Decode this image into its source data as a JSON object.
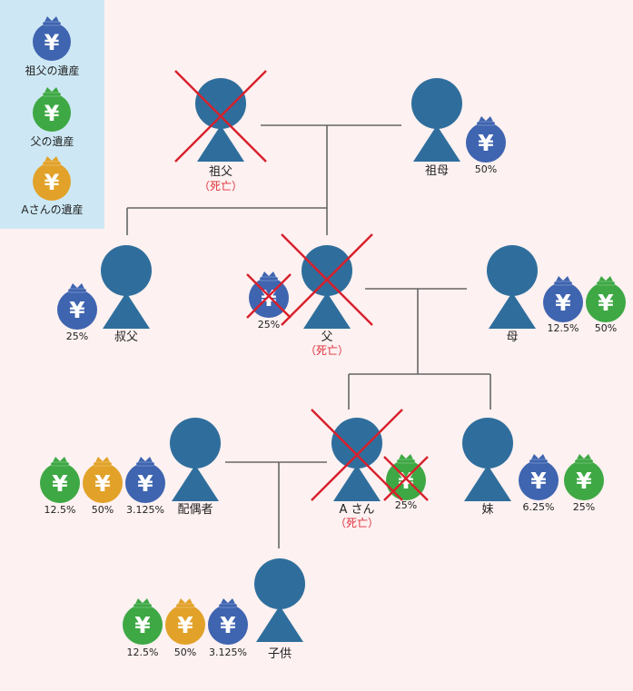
{
  "legend": {
    "items": [
      {
        "label": "祖父の遺産",
        "color": "#3f64b0"
      },
      {
        "label": "父の遺産",
        "color": "#3ea844"
      },
      {
        "label": "Aさんの遺産",
        "color": "#e2a229"
      }
    ]
  },
  "colors": {
    "person": "#2f6e9c",
    "line": "#666666",
    "cross": "#d8202c",
    "background": "#fdf1f1",
    "legend_bg": "#cde8f4"
  },
  "symbols": {
    "yen": "¥"
  },
  "people": {
    "grandfather": {
      "name": "祖父",
      "status": "（死亡）"
    },
    "grandmother": {
      "name": "祖母"
    },
    "uncle": {
      "name": "叔父"
    },
    "father": {
      "name": "父",
      "status": "（死亡）"
    },
    "mother": {
      "name": "母"
    },
    "spouse": {
      "name": "配偶者"
    },
    "a_san": {
      "name": "A さん",
      "status": "（死亡）"
    },
    "sister": {
      "name": "妹"
    },
    "child": {
      "name": "子供"
    }
  },
  "shares": {
    "grandmother": [
      {
        "estate": "grandfather",
        "label": "50%"
      }
    ],
    "uncle": [
      {
        "estate": "grandfather",
        "label": "25%"
      }
    ],
    "father": [
      {
        "estate": "grandfather",
        "label": "25%",
        "crossed": true
      }
    ],
    "mother": [
      {
        "estate": "grandfather",
        "label": "12.5%"
      },
      {
        "estate": "father",
        "label": "50%"
      }
    ],
    "spouse": [
      {
        "estate": "father",
        "label": "12.5%"
      },
      {
        "estate": "a_san",
        "label": "50%"
      },
      {
        "estate": "grandfather",
        "label": "3.125%"
      }
    ],
    "a_san": [
      {
        "estate": "father",
        "label": "25%",
        "crossed": true
      }
    ],
    "sister": [
      {
        "estate": "grandfather",
        "label": "6.25%"
      },
      {
        "estate": "father",
        "label": "25%"
      }
    ],
    "child": [
      {
        "estate": "father",
        "label": "12.5%"
      },
      {
        "estate": "a_san",
        "label": "50%"
      },
      {
        "estate": "grandfather",
        "label": "3.125%"
      }
    ]
  }
}
